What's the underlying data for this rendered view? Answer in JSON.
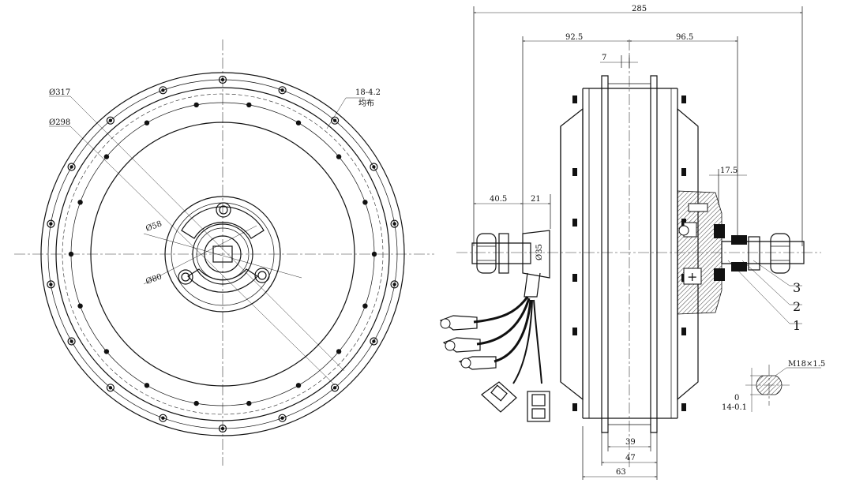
{
  "front_view": {
    "labels": {
      "d317": "Ø317",
      "d298": "Ø298",
      "holes": "18-4.2",
      "holes_note": "均布",
      "d58": "Ø58",
      "d80": "Ø80"
    }
  },
  "side_view": {
    "dims": {
      "overall": "285",
      "left_half": "92.5",
      "right_half": "96.5",
      "offset": "7",
      "cable_side": "40.5",
      "cable_exit": "21",
      "bearing": "17.5",
      "axle_dia": "Ø35",
      "w39": "39",
      "w47": "47",
      "w63": "63"
    },
    "callouts": [
      "1",
      "2",
      "3"
    ]
  },
  "axle_section": {
    "thread": "M18×1.5",
    "tol_top": "0",
    "tol_bottom": "14-0.1"
  },
  "shaft_flat_symbol": "―"
}
